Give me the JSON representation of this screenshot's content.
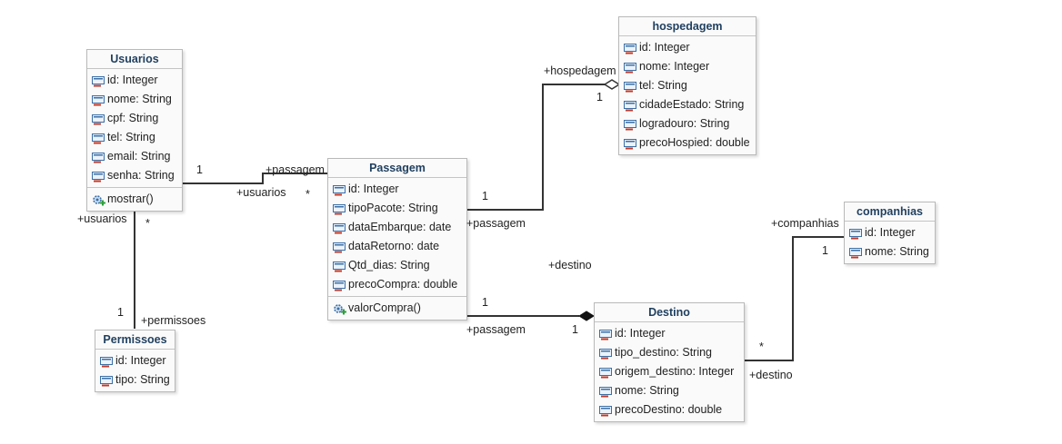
{
  "classes": {
    "usuarios": {
      "name": "Usuarios",
      "attributes": [
        "id: Integer",
        "nome: String",
        "cpf: String",
        "tel: String",
        "email: String",
        "senha: String"
      ],
      "operations": [
        "mostrar()"
      ]
    },
    "passagem": {
      "name": "Passagem",
      "attributes": [
        "id: Integer",
        "tipoPacote: String",
        "dataEmbarque: date",
        "dataRetorno: date",
        "Qtd_dias: String",
        "precoCompra: double"
      ],
      "operations": [
        "valorCompra()"
      ]
    },
    "hospedagem": {
      "name": "hospedagem",
      "attributes": [
        "id: Integer",
        "nome: Integer",
        "tel: String",
        "cidadeEstado: String",
        "logradouro: String",
        "precoHospied: double"
      ],
      "operations": []
    },
    "companhias": {
      "name": "companhias",
      "attributes": [
        "id: Integer",
        "nome: String"
      ],
      "operations": []
    },
    "destino": {
      "name": "Destino",
      "attributes": [
        "id: Integer",
        "tipo_destino: String",
        "origem_destino: Integer",
        "nome: String",
        "precoDestino: double"
      ],
      "operations": []
    },
    "permissoes": {
      "name": "Permissoes",
      "attributes": [
        "id: Integer",
        "tipo: String"
      ],
      "operations": []
    }
  },
  "associations": {
    "usuarios_passagem": {
      "role_at_passagem": "+passagem",
      "mult_at_passagem": "*",
      "role_at_usuarios": "+usuarios",
      "mult_at_usuarios": "1"
    },
    "usuarios_permissoes": {
      "role_at_usuarios": "+usuarios",
      "mult_at_usuarios": "*",
      "role_at_permissoes": "+permissoes",
      "mult_at_permissoes": "1"
    },
    "passagem_hospedagem": {
      "role_at_hospedagem": "+hospedagem",
      "mult_at_hospedagem": "1",
      "role_at_passagem": "+passagem",
      "mult_at_passagem": "1"
    },
    "passagem_destino": {
      "role_at_destino": "+destino",
      "mult_at_destino": "1",
      "role_at_passagem": "+passagem",
      "mult_at_passagem": "1"
    },
    "destino_companhias": {
      "role_at_companhias": "+companhias",
      "mult_at_companhias": "1",
      "role_at_destino": "+destino",
      "mult_at_destino": "*"
    }
  },
  "icons": {
    "attribute": "field-icon",
    "operation": "method-gear-icon"
  },
  "colors": {
    "title": "#1f3f5f",
    "line": "#333333",
    "field_icon": "#3b6ea5",
    "field_icon_accent": "#c0392b",
    "gear_icon": "#3b6ea5",
    "gear_plus": "#2e9e3e"
  }
}
